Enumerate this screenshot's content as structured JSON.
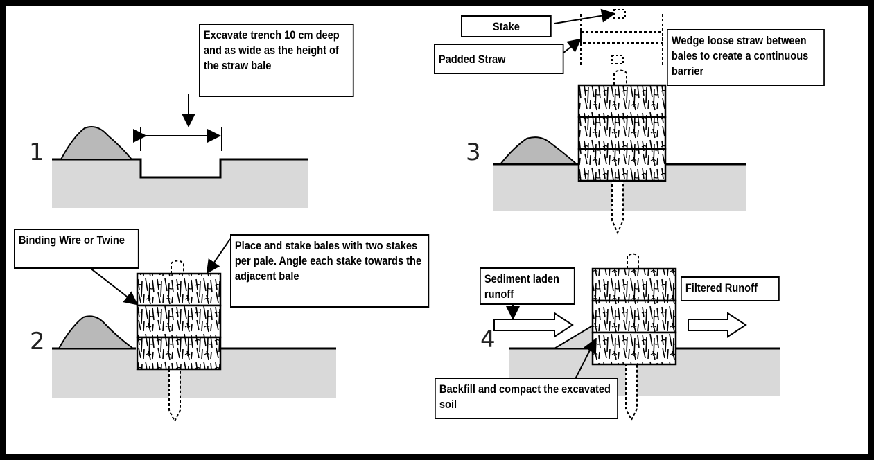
{
  "colors": {
    "ground": "#d9d9d9",
    "soil_mound": "#b9b9b9",
    "line": "#000000",
    "background": "#ffffff"
  },
  "steps": [
    {
      "number": "1"
    },
    {
      "number": "2"
    },
    {
      "number": "3"
    },
    {
      "number": "4"
    }
  ],
  "callouts": {
    "excavate": "Excavate trench 10 cm deep and as wide as the height of the straw bale",
    "binding_wire": "Binding Wire or Twine",
    "place_stake": "Place and stake bales with two stakes per pale. Angle each stake towards the adjacent bale",
    "stake": "Stake",
    "padded_straw": "Padded Straw",
    "wedge": "Wedge loose straw between bales to create a continuous barrier",
    "sediment": "Sediment laden runoff",
    "filtered": "Filtered Runoff",
    "backfill": "Backfill and compact the excavated soil"
  }
}
